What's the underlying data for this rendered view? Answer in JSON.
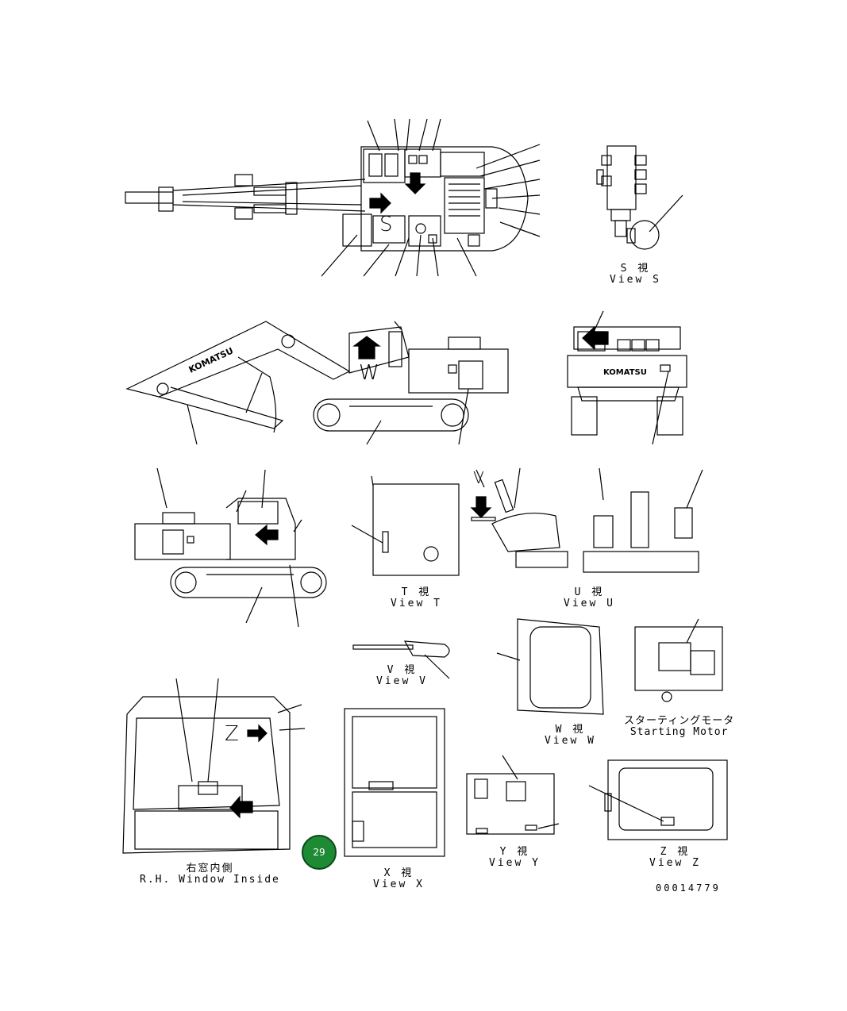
{
  "views": {
    "s": {
      "jp": "S 視",
      "en": "View S"
    },
    "t": {
      "jp": "T 視",
      "en": "View T"
    },
    "u": {
      "jp": "U 視",
      "en": "View U"
    },
    "v": {
      "jp": "V 視",
      "en": "View V"
    },
    "w": {
      "jp": "W 視",
      "en": "View W"
    },
    "starting_motor": {
      "jp": "スターティングモータ",
      "en": "Starting Motor"
    },
    "rh_window": {
      "jp": "右窓内側",
      "en": "R.H. Window Inside"
    },
    "x": {
      "jp": "X 視",
      "en": "View X"
    },
    "y": {
      "jp": "Y 視",
      "en": "View Y"
    },
    "z": {
      "jp": "Z 視",
      "en": "View Z"
    }
  },
  "callout_letters": {
    "s": "S",
    "w": "W",
    "v": "V",
    "z": "Z"
  },
  "brand_text": "KOMATSU",
  "page_badge": "29",
  "document_number": "00014779",
  "colors": {
    "badge_fill": "#1e8a34",
    "line": "#000000"
  }
}
